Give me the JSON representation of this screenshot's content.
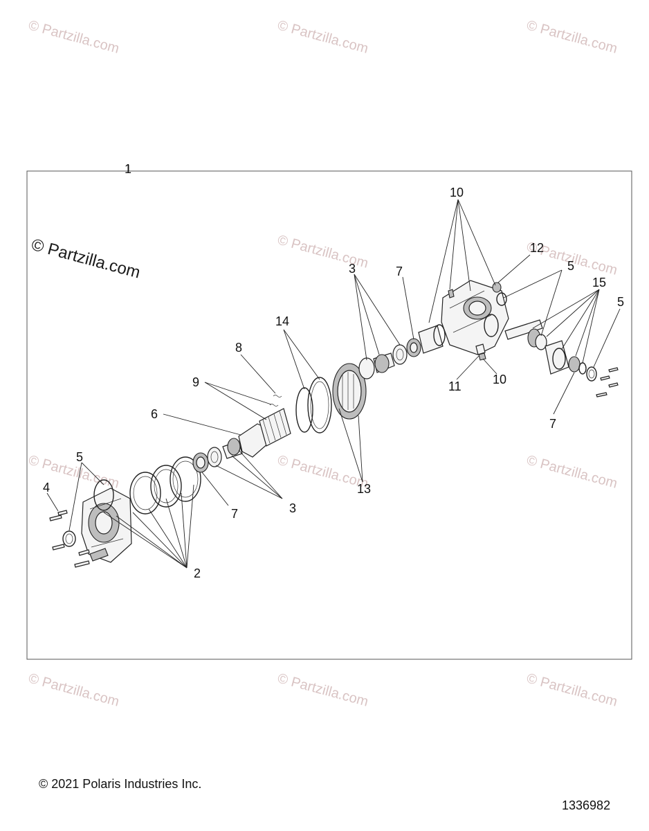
{
  "watermark": "© Partzilla.com",
  "callouts": [
    "1",
    "2",
    "3",
    "3",
    "4",
    "5",
    "5",
    "5",
    "6",
    "7",
    "7",
    "7",
    "8",
    "9",
    "10",
    "10",
    "11",
    "12",
    "13",
    "14",
    "15"
  ],
  "footer": {
    "copyright": "© 2021 Polaris Industries Inc.",
    "doc_number": "1336982"
  }
}
